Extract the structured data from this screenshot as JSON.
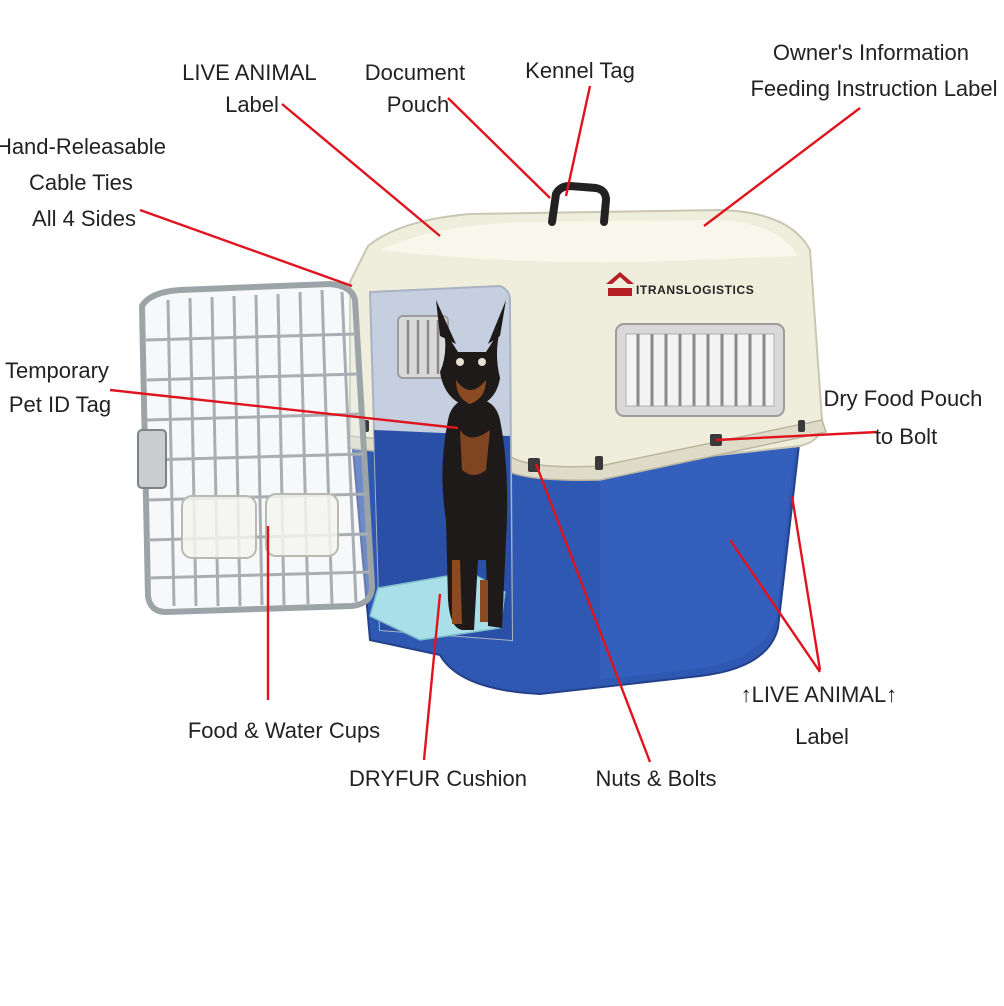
{
  "colors": {
    "leader": "#e0141e",
    "shell_top": "#efeedd",
    "shell_base": "#2f58b3",
    "text": "#222222"
  },
  "brand": {
    "name": "ITRANSLOGISTICS"
  },
  "callouts": {
    "live_animal_top": [
      "LIVE ANIMAL",
      "Label"
    ],
    "document_pouch": [
      "Document",
      "Pouch"
    ],
    "kennel_tag": [
      "Kennel Tag"
    ],
    "owners_info": [
      "Owner's Information",
      "Feeding Instruction Label"
    ],
    "cable_ties": [
      "Hand-Releasable",
      "Cable Ties",
      "All 4 Sides"
    ],
    "pet_id_tag": [
      "Temporary",
      "Pet ID Tag"
    ],
    "dry_food_pouch": [
      "Dry Food Pouch",
      "to Bolt"
    ],
    "food_water_cups": [
      "Food & Water Cups"
    ],
    "dryfur_cushion": [
      "DRYFUR Cushion"
    ],
    "nuts_bolts": [
      "Nuts & Bolts"
    ],
    "live_animal_bottom": [
      "↑LIVE ANIMAL↑",
      "Label"
    ]
  }
}
